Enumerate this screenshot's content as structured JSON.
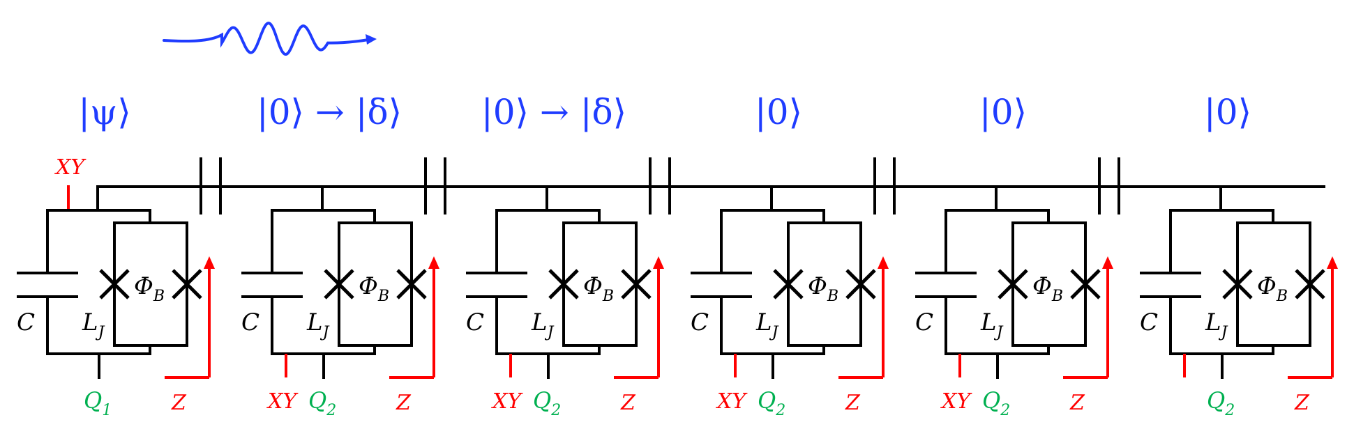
{
  "wave_color": "#1f3cff",
  "states": [
    "|ψ⟩",
    "|0⟩ → |δ⟩",
    "|0⟩ → |δ⟩",
    "|0⟩",
    "|0⟩",
    "|0⟩"
  ],
  "qubits": [
    {
      "q_label": "Q",
      "q_sub": "1",
      "xy_label": "XY",
      "xy_position": "top",
      "z_label": "Z"
    },
    {
      "q_label": "Q",
      "q_sub": "2",
      "xy_label": "XY",
      "xy_position": "bottom",
      "z_label": "Z"
    },
    {
      "q_label": "Q",
      "q_sub": "2",
      "xy_label": "XY",
      "xy_position": "bottom",
      "z_label": "Z"
    },
    {
      "q_label": "Q",
      "q_sub": "2",
      "xy_label": "XY",
      "xy_position": "bottom",
      "z_label": "Z"
    },
    {
      "q_label": "Q",
      "q_sub": "2",
      "xy_label": "XY",
      "xy_position": "bottom",
      "z_label": "Z"
    },
    {
      "q_label": "Q",
      "q_sub": "2",
      "xy_label": "",
      "xy_position": "bottom",
      "z_label": "Z"
    }
  ],
  "element_labels": {
    "capacitor": "C",
    "inductor": "L",
    "inductor_sub": "J",
    "flux": "Φ",
    "flux_sub": "B"
  },
  "colors": {
    "circuit": "#000000",
    "control": "#ff0000",
    "qubit_label": "#00b050",
    "state": "#1f3cff"
  }
}
